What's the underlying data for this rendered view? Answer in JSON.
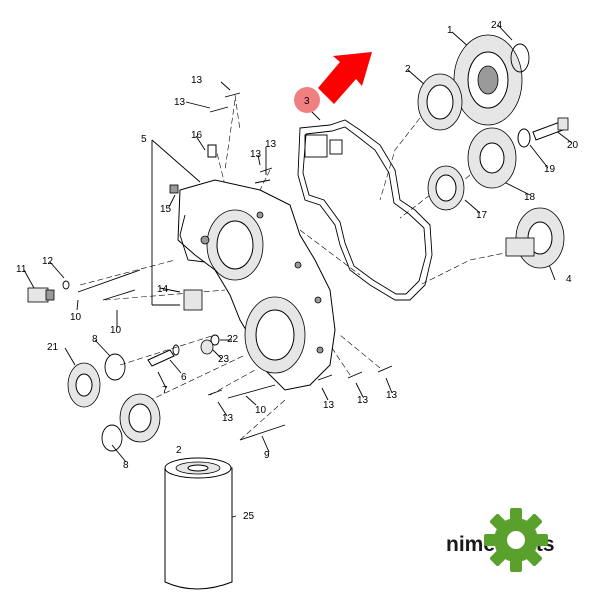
{
  "diagram": {
    "callouts": [
      {
        "id": "c1",
        "text": "1"
      },
      {
        "id": "c2a",
        "text": "2"
      },
      {
        "id": "c2b",
        "text": "2"
      },
      {
        "id": "c3",
        "text": "3"
      },
      {
        "id": "c4",
        "text": "4"
      },
      {
        "id": "c5",
        "text": "5"
      },
      {
        "id": "c6",
        "text": "6"
      },
      {
        "id": "c7",
        "text": "7"
      },
      {
        "id": "c8a",
        "text": "8"
      },
      {
        "id": "c8b",
        "text": "8"
      },
      {
        "id": "c9",
        "text": "9"
      },
      {
        "id": "c10a",
        "text": "10"
      },
      {
        "id": "c10b",
        "text": "10"
      },
      {
        "id": "c10c",
        "text": "10"
      },
      {
        "id": "c11",
        "text": "11"
      },
      {
        "id": "c12",
        "text": "12"
      },
      {
        "id": "c13a",
        "text": "13"
      },
      {
        "id": "c13b",
        "text": "13"
      },
      {
        "id": "c13c",
        "text": "13"
      },
      {
        "id": "c13d",
        "text": "13"
      },
      {
        "id": "c13e",
        "text": "13"
      },
      {
        "id": "c13f",
        "text": "13"
      },
      {
        "id": "c13g",
        "text": "13"
      },
      {
        "id": "c13h",
        "text": "13"
      },
      {
        "id": "c14",
        "text": "14"
      },
      {
        "id": "c15",
        "text": "15"
      },
      {
        "id": "c16",
        "text": "16"
      },
      {
        "id": "c17",
        "text": "17"
      },
      {
        "id": "c18",
        "text": "18"
      },
      {
        "id": "c19",
        "text": "19"
      },
      {
        "id": "c20",
        "text": "20"
      },
      {
        "id": "c21",
        "text": "21"
      },
      {
        "id": "c22",
        "text": "22"
      },
      {
        "id": "c23",
        "text": "23"
      },
      {
        "id": "c24",
        "text": "24"
      },
      {
        "id": "c25",
        "text": "25"
      }
    ],
    "highlight": {
      "part": "3",
      "color": "#ff0000",
      "marker_color": "#f08080"
    }
  },
  "brand": {
    "name": "nimerparts",
    "gear_color": "#5aa02c"
  }
}
